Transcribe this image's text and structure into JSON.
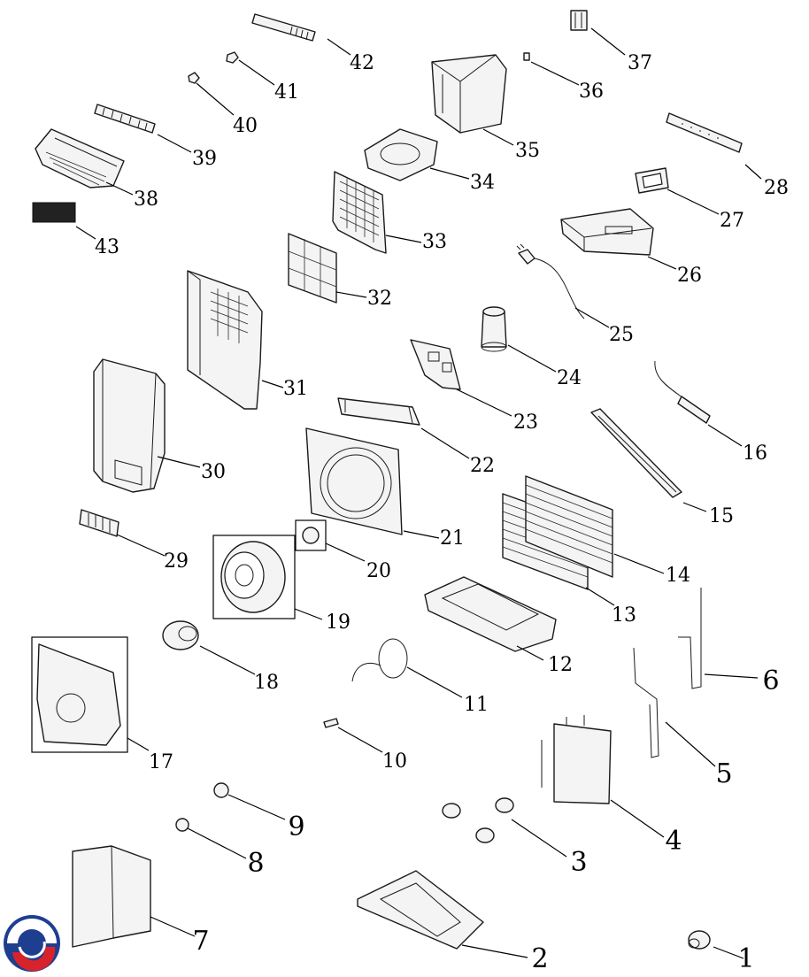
{
  "diagram": {
    "type": "exploded-parts-view",
    "callouts": [
      "1",
      "2",
      "3",
      "4",
      "5",
      "6",
      "7",
      "8",
      "9",
      "10",
      "11",
      "12",
      "13",
      "14",
      "15",
      "16",
      "17",
      "18",
      "19",
      "20",
      "21",
      "22",
      "23",
      "24",
      "25",
      "26",
      "27",
      "28",
      "29",
      "30",
      "31",
      "32",
      "33",
      "34",
      "35",
      "36",
      "37",
      "38",
      "39",
      "40",
      "41",
      "42",
      "43"
    ]
  },
  "logo": {
    "name": "brand-logo",
    "colors": [
      "#1e3f8f",
      "#d9232a"
    ]
  }
}
